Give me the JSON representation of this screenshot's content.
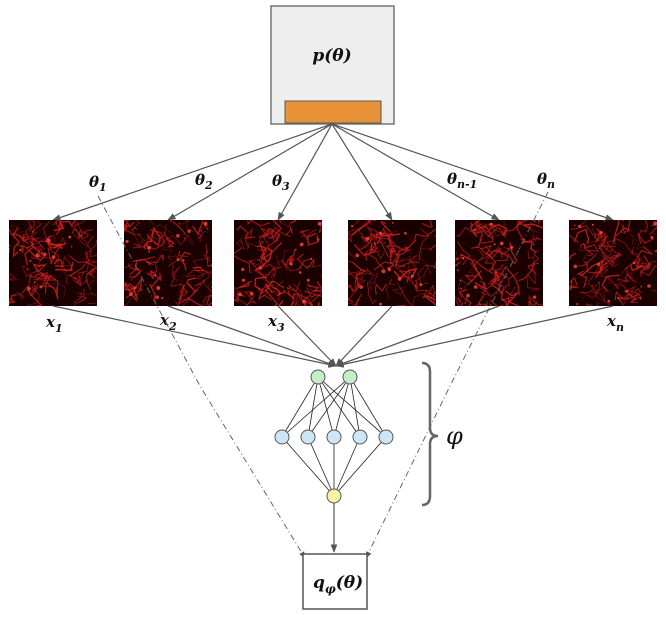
{
  "prior": {
    "label": "p(θ)",
    "fill": "#eeeeee",
    "bar_color": "#e8923a"
  },
  "posterior": {
    "label_main": "q",
    "label_sub": "φ",
    "label_tail": "(θ)"
  },
  "thetas": [
    {
      "sym": "θ",
      "sub": "1"
    },
    {
      "sym": "θ",
      "sub": "2"
    },
    {
      "sym": "θ",
      "sub": "3"
    },
    {
      "sym": "θ",
      "sub": "n-1"
    },
    {
      "sym": "θ",
      "sub": "n"
    }
  ],
  "samples": [
    {
      "sym": "x",
      "sub": "1"
    },
    {
      "sym": "x",
      "sub": "2"
    },
    {
      "sym": "x",
      "sub": "3"
    },
    {
      "sym": "x",
      "sub": "n"
    }
  ],
  "network": {
    "label": "φ",
    "input_color": "#c8ecc4",
    "hidden_color": "#cde6f6",
    "output_color": "#f6f2a0"
  },
  "colors": {
    "arrow": "#555555",
    "dashdot": "#666666",
    "brace": "#666666",
    "field_bg": "#1a0000",
    "field_filament": "#d42020"
  }
}
